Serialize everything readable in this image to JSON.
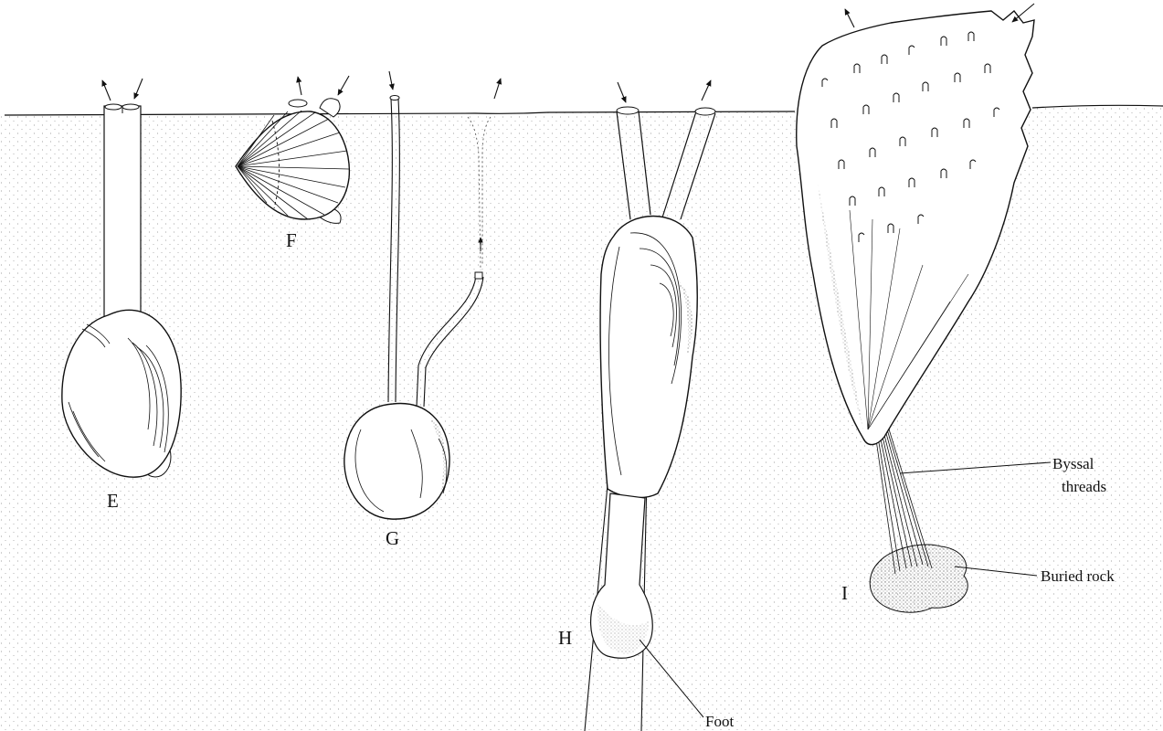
{
  "specimens": {
    "e": "E",
    "f": "F",
    "g": "G",
    "h": "H",
    "i": "I"
  },
  "annotations": {
    "byssal_1": "Byssal",
    "byssal_2": "threads",
    "buried_rock": "Buried rock",
    "foot": "Foot"
  },
  "colors": {
    "ink": "#111111",
    "sediment": "#8a8a8a",
    "background": "#ffffff"
  }
}
